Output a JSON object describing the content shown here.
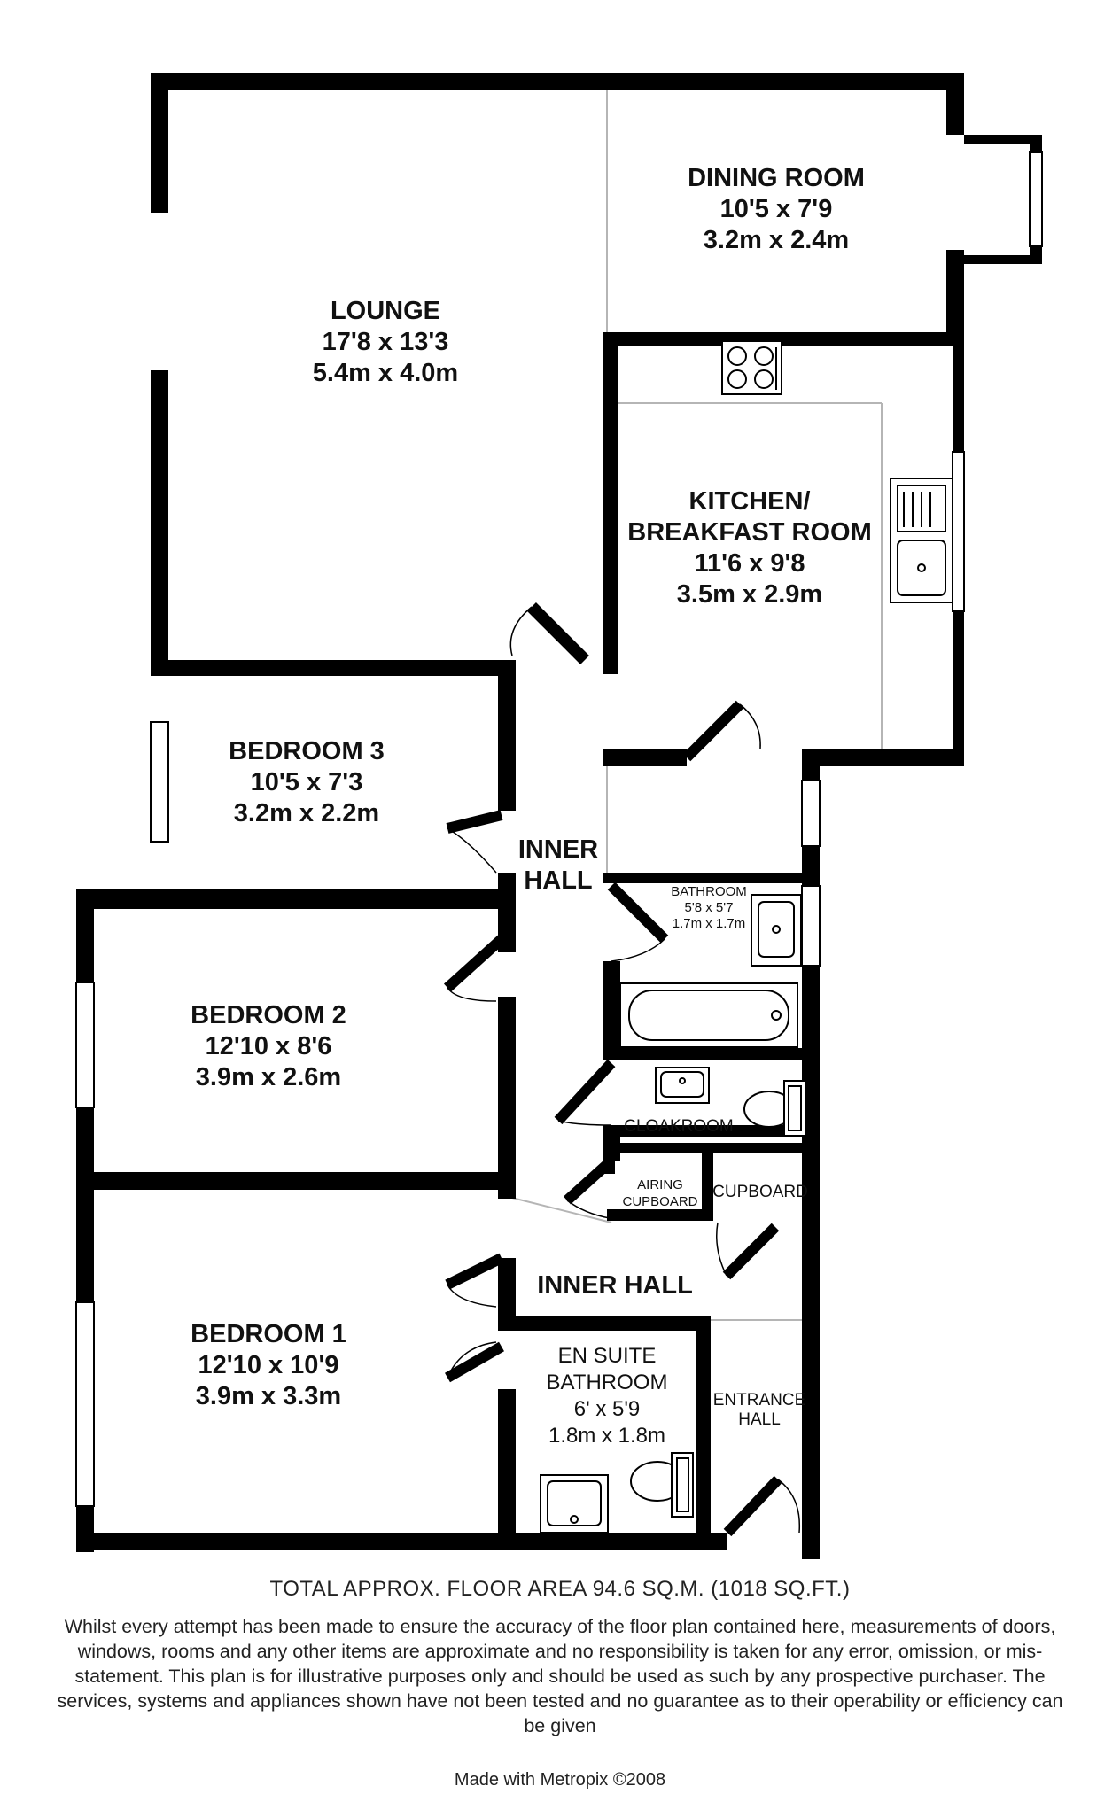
{
  "rooms": {
    "lounge": {
      "name": "LOUNGE",
      "imperial": "17'8 x 13'3",
      "metric": "5.4m x 4.0m"
    },
    "dining": {
      "name": "DINING ROOM",
      "imperial": "10'5 x 7'9",
      "metric": "3.2m x 2.4m"
    },
    "kitchen": {
      "name_line1": "KITCHEN/",
      "name_line2": "BREAKFAST ROOM",
      "imperial": "11'6 x 9'8",
      "metric": "3.5m x 2.9m"
    },
    "bedroom3": {
      "name": "BEDROOM 3",
      "imperial": "10'5 x 7'3",
      "metric": "3.2m x 2.2m"
    },
    "inner_hall_upper": {
      "line1": "INNER",
      "line2": "HALL"
    },
    "bathroom": {
      "name": "BATHROOM",
      "imperial": "5'8 x 5'7",
      "metric": "1.7m x 1.7m"
    },
    "bedroom2": {
      "name": "BEDROOM 2",
      "imperial": "12'10 x 8'6",
      "metric": "3.9m x 2.6m"
    },
    "cloakroom": {
      "name": "CLOAKROOM"
    },
    "airing_cupboard": {
      "line1": "AIRING",
      "line2": "CUPBOARD"
    },
    "cupboard": {
      "name": "CUPBOARD"
    },
    "inner_hall_lower": {
      "name": "INNER HALL"
    },
    "bedroom1": {
      "name": "BEDROOM 1",
      "imperial": "12'10 x 10'9",
      "metric": "3.9m x 3.3m"
    },
    "ensuite": {
      "line1": "EN SUITE",
      "line2": "BATHROOM",
      "imperial": "6' x 5'9",
      "metric": "1.8m x 1.8m"
    },
    "entrance_hall": {
      "line1": "ENTRANCE",
      "line2": "HALL"
    }
  },
  "footer": {
    "total_area": "TOTAL APPROX. FLOOR AREA 94.6 SQ.M. (1018 SQ.FT.)",
    "disclaimer": "Whilst every attempt has been made to ensure the accuracy of the floor plan contained here, measurements of doors, windows, rooms and any other items are approximate and no responsibility is taken for any error, omission, or mis-statement. This plan is for illustrative purposes only and should be used as such by any prospective purchaser. The services, systems and appliances shown have not been tested and no guarantee as to their operability or efficiency can be given",
    "made_with": "Made with Metropix ©2008"
  }
}
